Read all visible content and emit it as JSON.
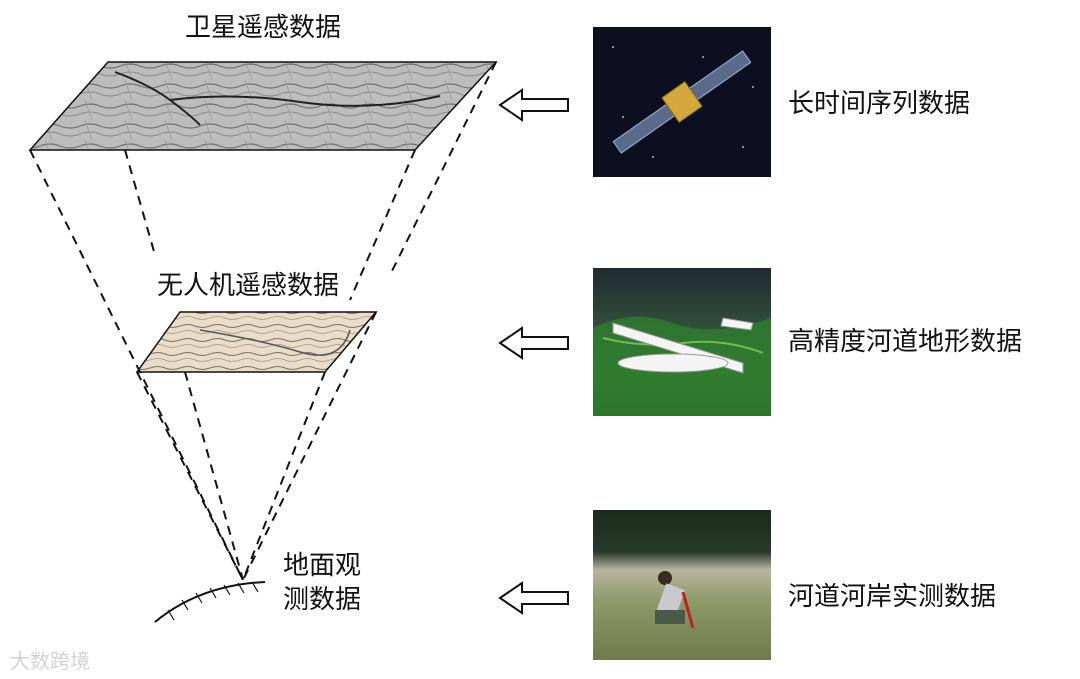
{
  "left": {
    "satellite_label": "卫星遥感数据",
    "uav_label": "无人机遥感数据",
    "ground_label_line1": "地面观",
    "ground_label_line2": "测数据"
  },
  "right": {
    "rows": [
      {
        "label": "长时间序列数据",
        "photo": "satellite-photo"
      },
      {
        "label": "高精度河道地形数据",
        "photo": "uav-photo"
      },
      {
        "label": "河道河岸实测数据",
        "photo": "field-survey-photo"
      }
    ]
  },
  "watermark": "大数跨境",
  "colors": {
    "line": "#111111",
    "space": "#0b0f1f",
    "green": "#2f7d2f",
    "water": "#8f9a6a"
  }
}
